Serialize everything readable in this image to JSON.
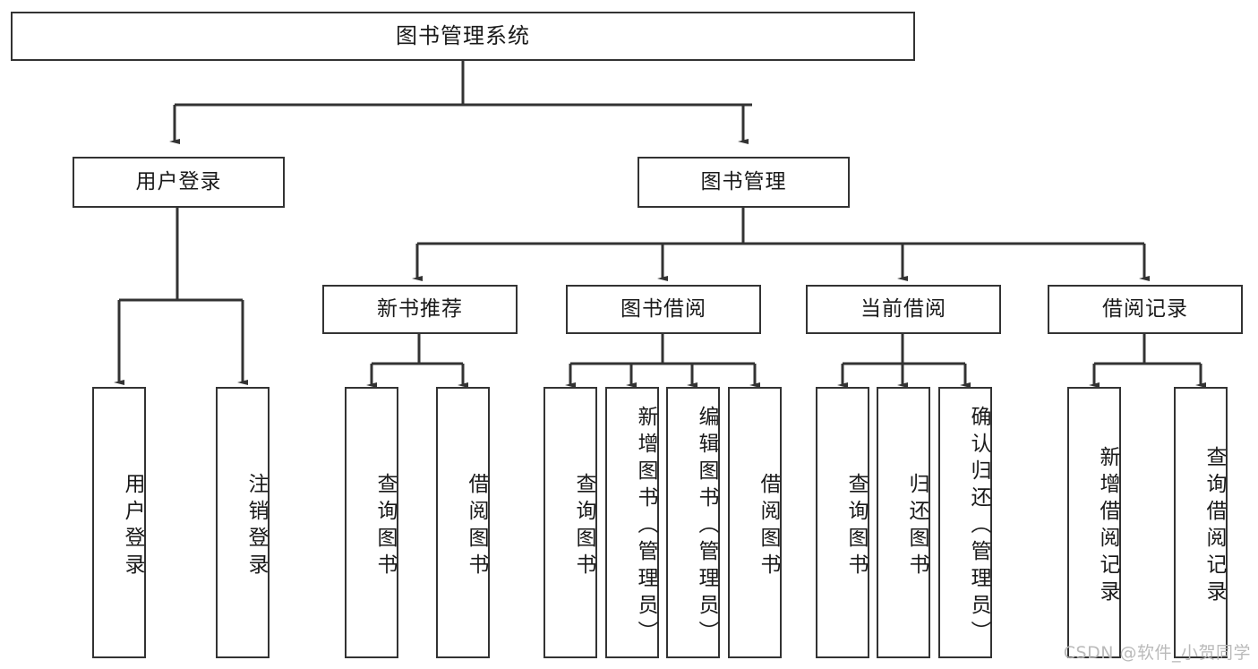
{
  "diagram": {
    "title": "图书管理系统",
    "watermark": "CSDN @软件_小贺同学",
    "line_color": "#333333",
    "box_fill": "#ffffff",
    "text_color": "#1a1a1a",
    "nodes": {
      "root": "图书管理系统",
      "user_login": "用户登录",
      "book_manage": "图书管理",
      "new_book_rec": "新书推荐",
      "book_borrow": "图书借阅",
      "current_borrow": "当前借阅",
      "borrow_record": "借阅记录",
      "leaf_user_login": "用户登录",
      "leaf_logout": "注销登录",
      "leaf_query_book_1": "查询图书",
      "leaf_borrow_book_1": "借阅图书",
      "leaf_query_book_2": "查询图书",
      "leaf_add_book_admin": "新增图书（管理员）",
      "leaf_edit_book_admin": "编辑图书（管理员）",
      "leaf_borrow_book_2": "借阅图书",
      "leaf_query_book_3": "查询图书",
      "leaf_return_book": "归还图书",
      "leaf_confirm_return_admin": "确认归还（管理员）",
      "leaf_add_borrow_record": "新增借阅记录",
      "leaf_query_borrow_record": "查询借阅记录"
    }
  }
}
